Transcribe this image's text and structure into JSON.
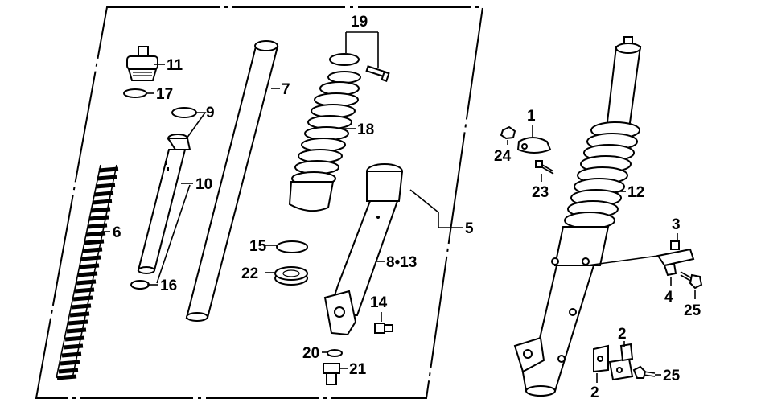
{
  "callouts": {
    "n1": "1",
    "n2a": "2",
    "n2b": "2",
    "n3": "3",
    "n4": "4",
    "n5": "5",
    "n6": "6",
    "n7": "7",
    "n8_13": "8•13",
    "n9": "9",
    "n10": "10",
    "n11": "11",
    "n12": "12",
    "n14": "14",
    "n15": "15",
    "n16": "16",
    "n17": "17",
    "n18": "18",
    "n19": "19",
    "n20": "20",
    "n21": "21",
    "n22": "22",
    "n23": "23",
    "n24": "24",
    "n25a": "25",
    "n25b": "25"
  }
}
